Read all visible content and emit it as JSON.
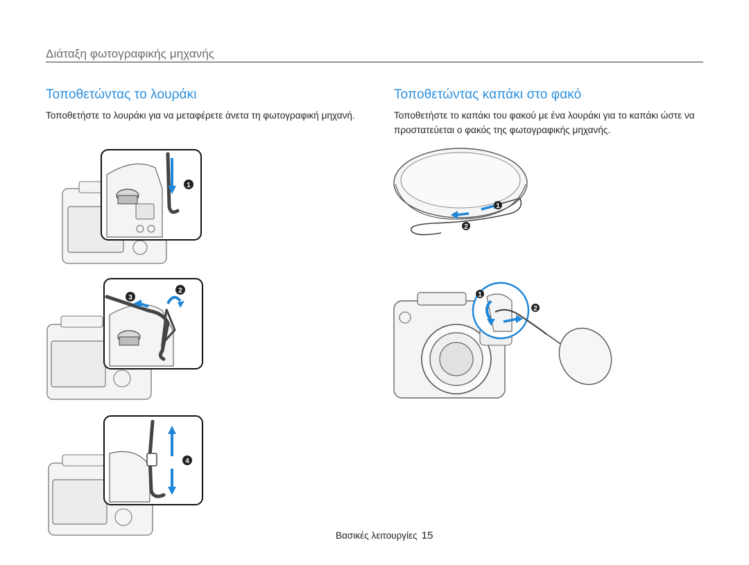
{
  "header": {
    "chapter_title": "Διάταξη φωτογραφικής μηχανής"
  },
  "left": {
    "title": "Τοποθετώντας το λουράκι",
    "body": "Τοποθετήστε το λουράκι για να μεταφέρετε άνετα τη φωτογραφική μηχανή.",
    "step_labels": [
      "1",
      "2",
      "3",
      "4"
    ]
  },
  "right": {
    "title": "Τοποθετώντας καπάκι στο φακό",
    "body": "Τοποθετήστε το καπάκι του φακού με ένα λουράκι για το καπάκι ώστε να προστατεύεται ο φακός της φωτογραφικής μηχανής.",
    "step_labels": [
      "1",
      "2"
    ]
  },
  "footer": {
    "section": "Βασικές λειτουργίες",
    "page_number": "15"
  },
  "colors": {
    "accent": "#2b8fdc",
    "arrow": "#1f86d8",
    "text": "#222222"
  }
}
